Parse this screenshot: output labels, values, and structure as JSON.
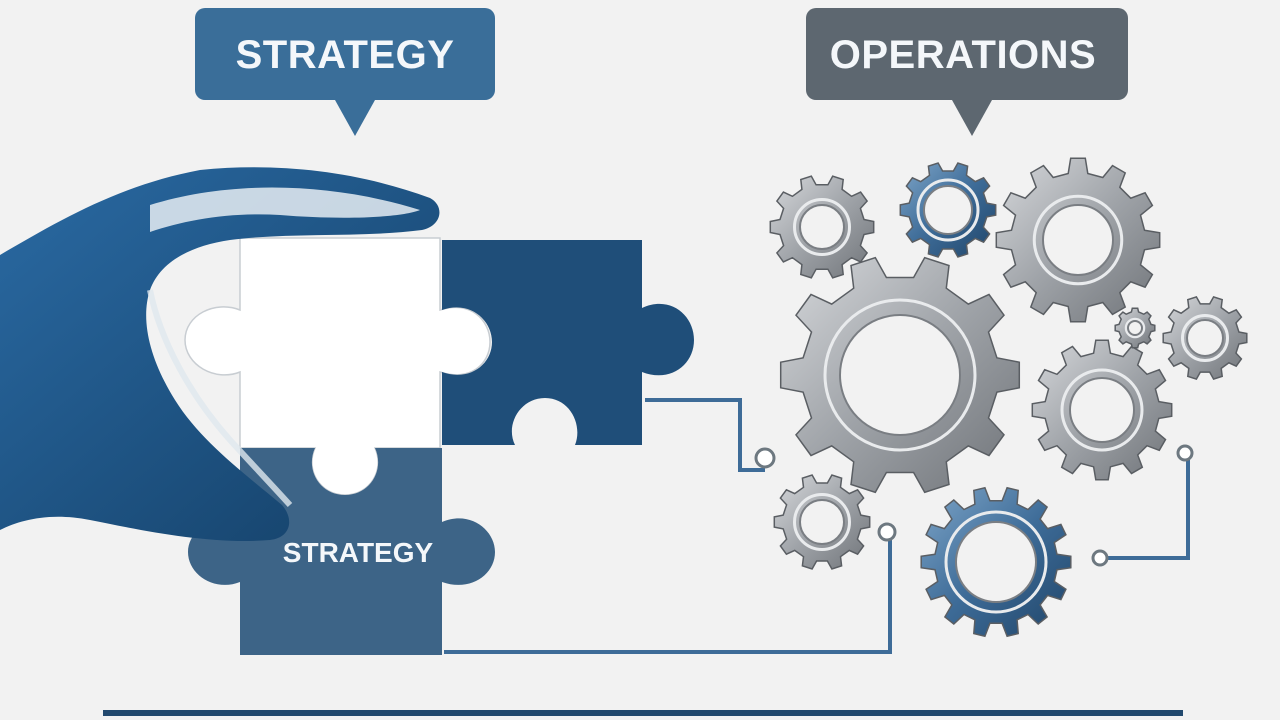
{
  "callouts": {
    "left": {
      "label": "STRATEGY",
      "color": "#3a6e99"
    },
    "right": {
      "label": "OPERATIONS",
      "color": "#5d6770"
    }
  },
  "puzzle": {
    "bottom_piece_label": "STRATEGY",
    "dark_blue": "#1f4e79",
    "slate_blue": "#3d6487",
    "white": "#ffffff"
  },
  "hand": {
    "color": "#1e5a8e"
  },
  "gears": {
    "steel": "#a9acb0",
    "blue": "#3e6c98"
  },
  "connector": {
    "color": "#3e6c98"
  }
}
